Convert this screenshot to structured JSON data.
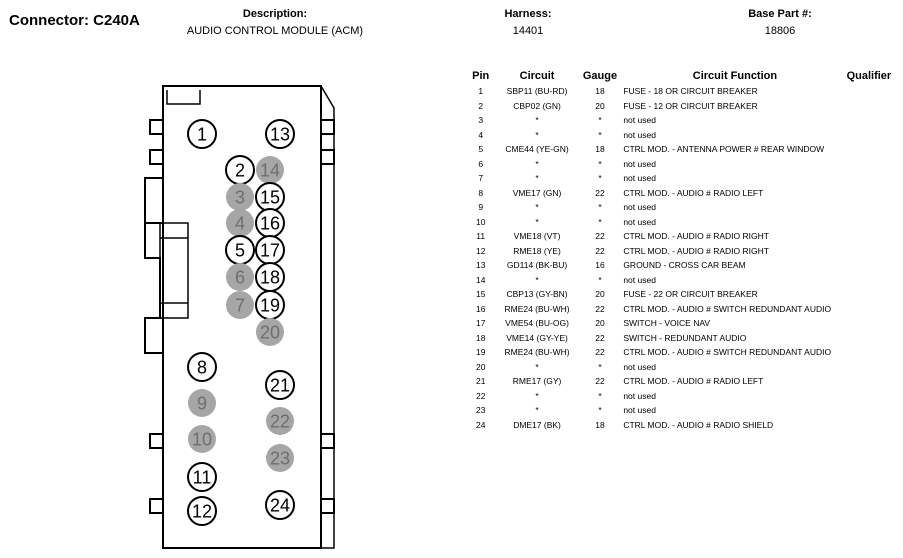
{
  "header": {
    "connector": "Connector: C240A",
    "description_label": "Description:",
    "description_value": "AUDIO CONTROL MODULE (ACM)",
    "harness_label": "Harness:",
    "harness_value": "14401",
    "base_part_label": "Base Part #:",
    "base_part_value": "18806"
  },
  "table": {
    "headers": {
      "pin": "Pin",
      "circuit": "Circuit",
      "gauge": "Gauge",
      "function": "Circuit Function",
      "qualifier": "Qualifier"
    },
    "rows": [
      {
        "pin": "1",
        "circuit": "SBP11 (BU-RD)",
        "gauge": "18",
        "function": "FUSE - 18 OR CIRCUIT BREAKER"
      },
      {
        "pin": "2",
        "circuit": "CBP02 (GN)",
        "gauge": "20",
        "function": "FUSE - 12 OR CIRCUIT BREAKER"
      },
      {
        "pin": "3",
        "circuit": "*",
        "gauge": "*",
        "function": "not used"
      },
      {
        "pin": "4",
        "circuit": "*",
        "gauge": "*",
        "function": "not used"
      },
      {
        "pin": "5",
        "circuit": "CME44 (YE-GN)",
        "gauge": "18",
        "function": "CTRL MOD. - ANTENNA POWER # REAR WINDOW"
      },
      {
        "pin": "6",
        "circuit": "*",
        "gauge": "*",
        "function": "not used"
      },
      {
        "pin": "7",
        "circuit": "*",
        "gauge": "*",
        "function": "not used"
      },
      {
        "pin": "8",
        "circuit": "VME17 (GN)",
        "gauge": "22",
        "function": "CTRL MOD. - AUDIO # RADIO LEFT"
      },
      {
        "pin": "9",
        "circuit": "*",
        "gauge": "*",
        "function": "not used"
      },
      {
        "pin": "10",
        "circuit": "*",
        "gauge": "*",
        "function": "not used"
      },
      {
        "pin": "11",
        "circuit": "VME18 (VT)",
        "gauge": "22",
        "function": "CTRL MOD. - AUDIO # RADIO RIGHT"
      },
      {
        "pin": "12",
        "circuit": "RME18 (YE)",
        "gauge": "22",
        "function": "CTRL MOD. - AUDIO # RADIO RIGHT"
      },
      {
        "pin": "13",
        "circuit": "GD114 (BK-BU)",
        "gauge": "16",
        "function": "GROUND - CROSS CAR BEAM"
      },
      {
        "pin": "14",
        "circuit": "*",
        "gauge": "*",
        "function": "not used"
      },
      {
        "pin": "15",
        "circuit": "CBP13 (GY-BN)",
        "gauge": "20",
        "function": "FUSE - 22 OR CIRCUIT BREAKER"
      },
      {
        "pin": "16",
        "circuit": "RME24 (BU-WH)",
        "gauge": "22",
        "function": "CTRL MOD. - AUDIO # SWITCH REDUNDANT AUDIO"
      },
      {
        "pin": "17",
        "circuit": "VME54 (BU-OG)",
        "gauge": "20",
        "function": "SWITCH - VOICE NAV"
      },
      {
        "pin": "18",
        "circuit": "VME14 (GY-YE)",
        "gauge": "22",
        "function": "SWITCH - REDUNDANT AUDIO"
      },
      {
        "pin": "19",
        "circuit": "RME24 (BU-WH)",
        "gauge": "22",
        "function": "CTRL MOD. - AUDIO # SWITCH REDUNDANT AUDIO"
      },
      {
        "pin": "20",
        "circuit": "*",
        "gauge": "*",
        "function": "not used"
      },
      {
        "pin": "21",
        "circuit": "RME17 (GY)",
        "gauge": "22",
        "function": "CTRL MOD. - AUDIO # RADIO LEFT"
      },
      {
        "pin": "22",
        "circuit": "*",
        "gauge": "*",
        "function": "not used"
      },
      {
        "pin": "23",
        "circuit": "*",
        "gauge": "*",
        "function": "not used"
      },
      {
        "pin": "24",
        "circuit": "DME17 (BK)",
        "gauge": "18",
        "function": "CTRL MOD. - AUDIO # RADIO SHIELD"
      }
    ]
  },
  "connector_pins": [
    {
      "label": "1",
      "used": true
    },
    {
      "label": "2",
      "used": true
    },
    {
      "label": "3",
      "used": false
    },
    {
      "label": "4",
      "used": false
    },
    {
      "label": "5",
      "used": true
    },
    {
      "label": "6",
      "used": false
    },
    {
      "label": "7",
      "used": false
    },
    {
      "label": "8",
      "used": true
    },
    {
      "label": "9",
      "used": false
    },
    {
      "label": "10",
      "used": false
    },
    {
      "label": "11",
      "used": true
    },
    {
      "label": "12",
      "used": true
    },
    {
      "label": "13",
      "used": true
    },
    {
      "label": "14",
      "used": false
    },
    {
      "label": "15",
      "used": true
    },
    {
      "label": "16",
      "used": true
    },
    {
      "label": "17",
      "used": true
    },
    {
      "label": "18",
      "used": true
    },
    {
      "label": "19",
      "used": true
    },
    {
      "label": "20",
      "used": false
    },
    {
      "label": "21",
      "used": true
    },
    {
      "label": "22",
      "used": false
    },
    {
      "label": "23",
      "used": false
    },
    {
      "label": "24",
      "used": true
    }
  ],
  "colors": {
    "used_fill": "#ffffff",
    "unused_fill": "#a6a6a6",
    "line": "#000000"
  }
}
